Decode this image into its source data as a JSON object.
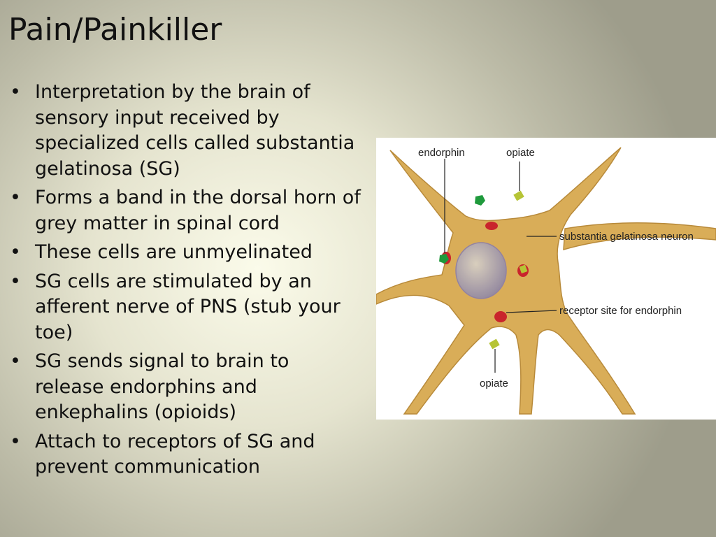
{
  "slide": {
    "title": "Pain/Painkiller",
    "bullets": [
      "Interpretation by the brain of sensory input received by specialized cells called substantia gelatinosa (SG)",
      "Forms a band in the dorsal horn of grey matter in spinal cord",
      "These cells are unmyelinated",
      "SG cells are stimulated by an afferent nerve of PNS (stub your toe)",
      "SG sends signal to brain to release endorphins and enkephalins (opioids)",
      "Attach to receptors of SG and prevent communication"
    ],
    "bullet_glyph": "•"
  },
  "diagram": {
    "labels": {
      "endorphin": "endorphin",
      "opiate_top": "opiate",
      "sg_neuron": "substantia gelatinosa neuron",
      "receptor_site": "receptor site for endorphin",
      "opiate_bottom": "opiate"
    },
    "colors": {
      "cell": "#d9ad58",
      "cell_edge": "#b88a3a",
      "nucleus": "#a59bb0",
      "receptor": "#c9242c",
      "endorphin": "#1f9a3c",
      "opiate": "#b6c436"
    }
  }
}
